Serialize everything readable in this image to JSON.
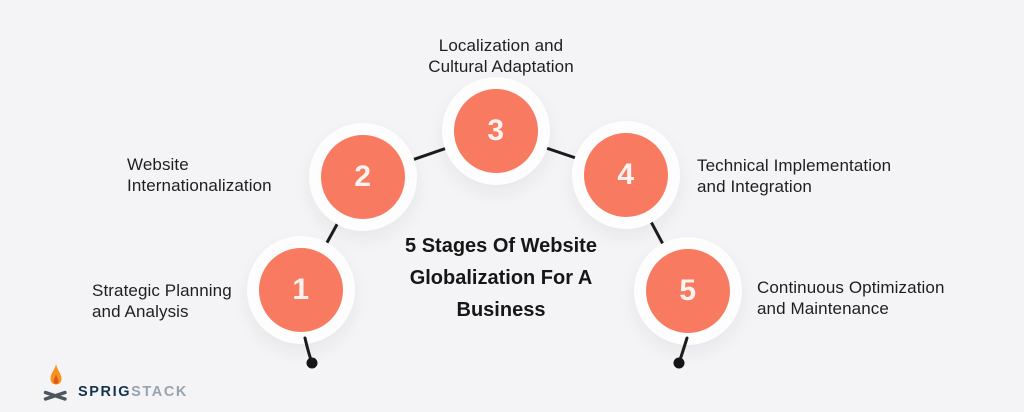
{
  "title": {
    "text": "5 Stages Of Website Globalization For A Business",
    "lines": [
      "5 Stages Of Website",
      "Globalization For A",
      "Business"
    ]
  },
  "stages": [
    {
      "number": "1",
      "label": "Strategic Planning and Analysis",
      "label_lines": [
        "Strategic Planning",
        "and Analysis"
      ]
    },
    {
      "number": "2",
      "label": "Website Internationalization",
      "label_lines": [
        "Website",
        "Internationalization"
      ]
    },
    {
      "number": "3",
      "label": "Localization and Cultural Adaptation",
      "label_lines": [
        "Localization and",
        "Cultural Adaptation"
      ]
    },
    {
      "number": "4",
      "label": "Technical Implementation and Integration",
      "label_lines": [
        "Technical Implementation",
        "and Integration"
      ]
    },
    {
      "number": "5",
      "label": "Continuous Optimization and Maintenance",
      "label_lines": [
        "Continuous Optimization",
        "and Maintenance"
      ]
    }
  ],
  "logo": {
    "brand_bold": "SPRIG",
    "brand_light": "STACK",
    "icon": "campfire-icon"
  },
  "colors": {
    "background": "#f4f4f6",
    "accent": "#f87a61",
    "circle_ring": "#fdfdfe",
    "number_text": "#fef3ee",
    "ink": "#1f1f1f",
    "connector": "#1c1c1c",
    "logo_dark": "#14344e",
    "logo_light": "#97a3ae",
    "flame_orange": "#f6921e"
  }
}
